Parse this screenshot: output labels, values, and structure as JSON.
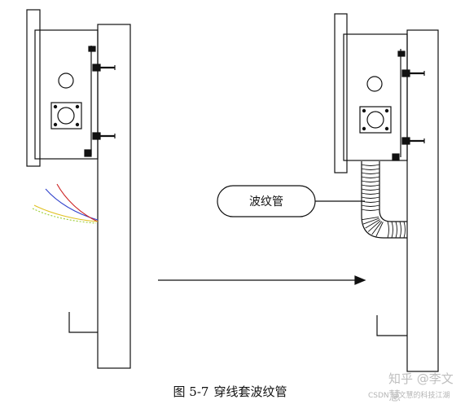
{
  "figure": {
    "caption_number": "图 5-7",
    "caption_text": "穿线套波纹管",
    "callout_label": "波纹管"
  },
  "watermark": {
    "line1": "知乎 @李文慧",
    "line2": "CSDN @文慧的科技江湖"
  },
  "colors": {
    "line": "#111111",
    "wire_blue": "#3344cc",
    "wire_red": "#cc2222",
    "wire_yellow": "#e0c020",
    "wire_green": "#9acd32"
  }
}
